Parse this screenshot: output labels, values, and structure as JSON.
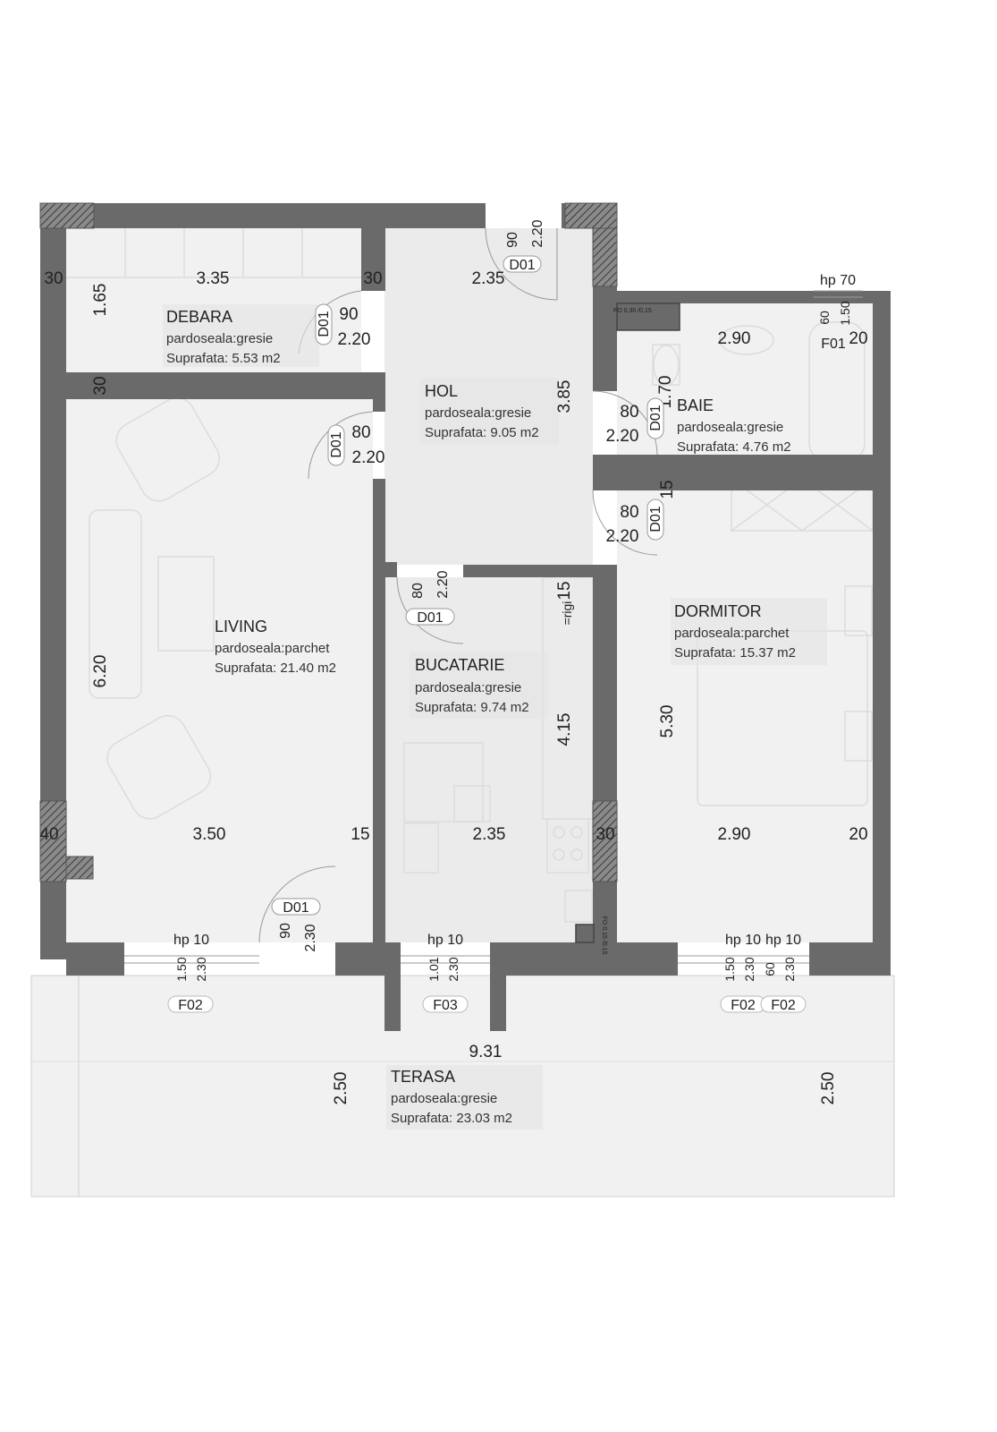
{
  "rooms": {
    "debara": {
      "name": "DEBARA",
      "floor": "pardoseala:gresie",
      "area": "Suprafata: 5.53 m2"
    },
    "hol": {
      "name": "HOL",
      "floor": "pardoseala:gresie",
      "area": "Suprafata: 9.05 m2"
    },
    "baie": {
      "name": "BAIE",
      "floor": "pardoseala:gresie",
      "area": "Suprafata: 4.76 m2"
    },
    "living": {
      "name": "LIVING",
      "floor": "pardoseala:parchet",
      "area": "Suprafata: 21.40 m2"
    },
    "bucatarie": {
      "name": "BUCATARIE",
      "floor": "pardoseala:gresie",
      "area": "Suprafata: 9.74 m2"
    },
    "dormitor": {
      "name": "DORMITOR",
      "floor": "pardoseala:parchet",
      "area": "Suprafata: 15.37 m2"
    },
    "terasa": {
      "name": "TERASA",
      "floor": "pardoseala:gresie",
      "area": "Suprafata: 23.03 m2"
    }
  },
  "dimensions": {
    "debara_width": "3.35",
    "debara_depth": "1.65",
    "wall_30_left": "30",
    "wall_30_mid": "30",
    "wall_30_debara": "30",
    "hol_width": "2.35",
    "hol_height": "3.85",
    "baie_width": "2.90",
    "baie_wall": "20",
    "baie_height": "1.70",
    "living_width": "3.50",
    "living_height": "6.20",
    "wall_40": "40",
    "wall_15_living": "15",
    "bucatarie_width": "2.35",
    "bucatarie_height": "4.15",
    "bucatarie_wall": "15",
    "wall_30_kitchen": "30",
    "dormitor_width": "2.90",
    "dormitor_height": "5.30",
    "dormitor_wall": "20",
    "dormitor_wall_15": "15",
    "terasa_width": "9.31",
    "terasa_depth_left": "2.50",
    "terasa_depth_right": "2.50"
  },
  "doors": {
    "entry": {
      "code": "D01",
      "w": "90",
      "h": "2.20"
    },
    "debara": {
      "code": "D01",
      "w": "90",
      "h": "2.20"
    },
    "living": {
      "code": "D01",
      "w": "80",
      "h": "2.20"
    },
    "baie": {
      "code": "D01",
      "w": "80",
      "h": "2.20"
    },
    "dormitor": {
      "code": "D01",
      "w": "80",
      "h": "2.20"
    },
    "bucatarie": {
      "code": "D01",
      "w": "80",
      "h": "2.20"
    },
    "terasa": {
      "code": "D01",
      "w": "90",
      "h": "2.30"
    }
  },
  "windows": {
    "baie": {
      "code": "F01",
      "hp": "hp 70",
      "w": "60",
      "h": "1.50"
    },
    "living": {
      "code": "F02",
      "hp": "hp 10",
      "w": "1.50",
      "h": "2.30"
    },
    "bucatarie": {
      "code": "F03",
      "hp": "hp 10",
      "w": "1.01",
      "h": "2.30"
    },
    "dormitor_a": {
      "code": "F02",
      "hp": "hp 10",
      "w": "1.50",
      "h": "2.30"
    },
    "dormitor_b": {
      "code": "F02",
      "hp": "hp 10",
      "w": "60",
      "h": "2.30"
    }
  },
  "notes": {
    "fo_baie": "FO 0.30 /0.15",
    "fo_kitchen": "FO 0.15 /0.15",
    "frigider": "=rigi"
  }
}
